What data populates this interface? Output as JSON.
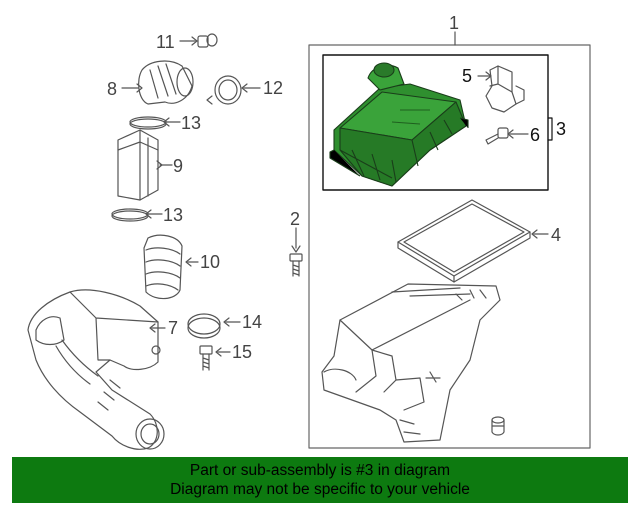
{
  "callouts": {
    "c1": "1",
    "c2": "2",
    "c3": "3",
    "c4": "4",
    "c5": "5",
    "c6": "6",
    "c7": "7",
    "c8": "8",
    "c9": "9",
    "c10": "10",
    "c11": "11",
    "c12": "12",
    "c13a": "13",
    "c13b": "13",
    "c14": "14",
    "c15": "15"
  },
  "highlight_color": "#2f8f2f",
  "footer": {
    "line1": "Part or sub-assembly is #3 in diagram",
    "line2": "Diagram may not be specific to your vehicle",
    "background": "#0d7a10"
  }
}
